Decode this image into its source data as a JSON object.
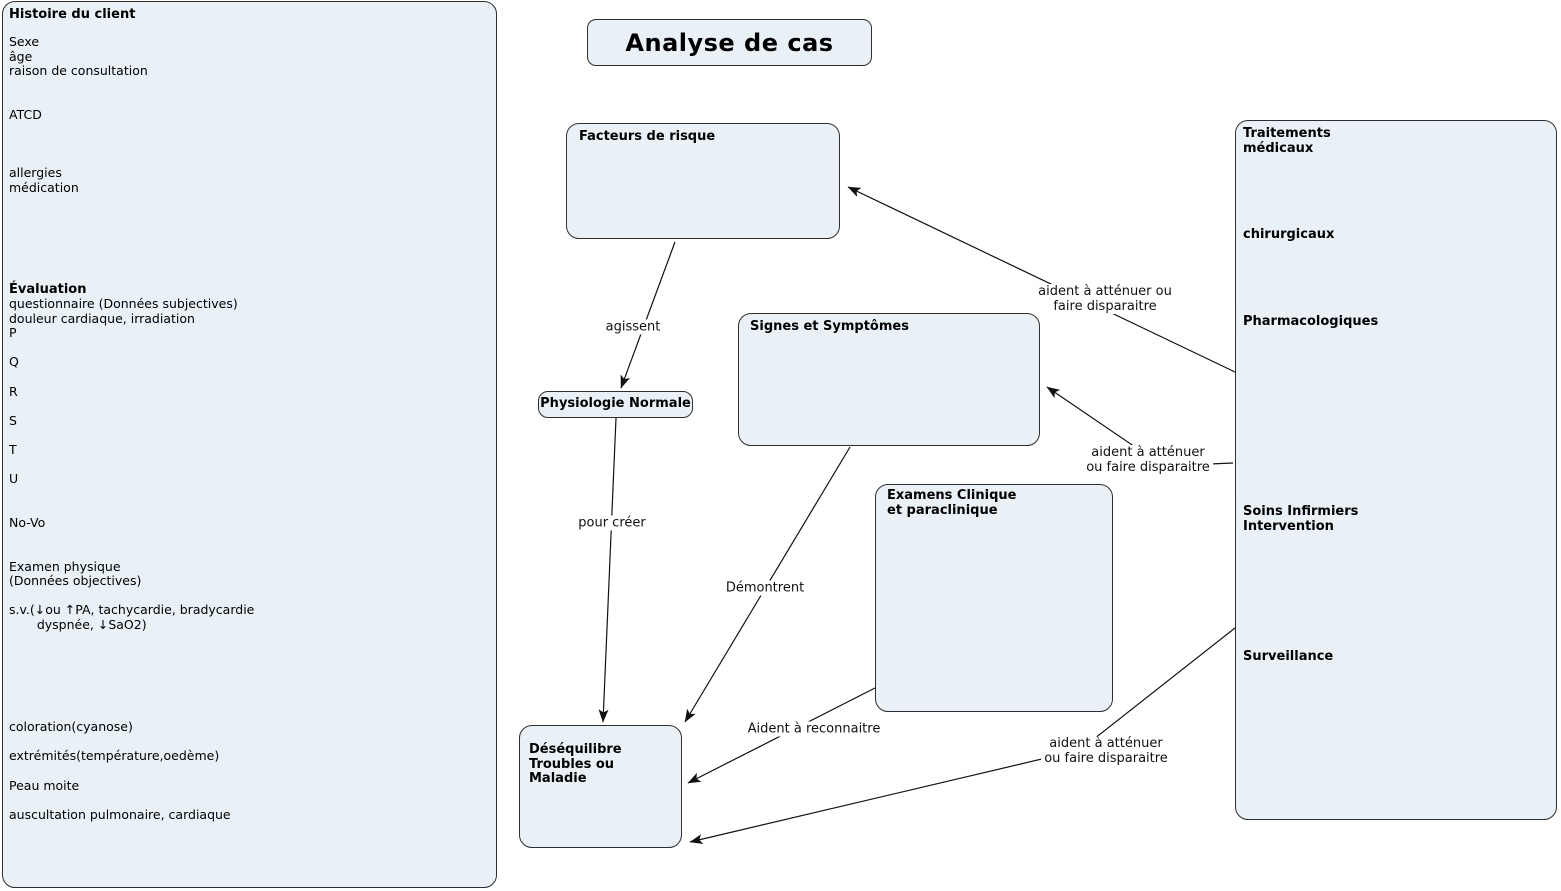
{
  "title": "Analyse de cas",
  "left_panel": {
    "heading": "Histoire du client",
    "block1": "Sexe\nâge\nraison de consultation\n\n\nATCD\n\n\n\nallergies\nmédication",
    "heading2": "Évaluation",
    "block2": "questionnaire (Données subjectives)\ndouleur cardiaque, irradiation\nP\n\nQ\n\nR\n\nS\n\nT\n\nU\n\n\nNo-Vo\n\n\nExamen physique\n(Données objectives)\n\ns.v.(↓ou ↑PA, tachycardie, bradycardie\n       dyspnée, ↓SaO2)\n\n\n\n\n\n\ncoloration(cyanose)\n\nextrémités(température,oedème)\n\nPeau moite\n\nauscultation pulmonaire, cardiaque"
  },
  "nodes": {
    "facteurs": {
      "label": "Facteurs de risque"
    },
    "signes": {
      "label": "Signes et Symptômes"
    },
    "physiologie": {
      "label": "Physiologie Normale"
    },
    "examens": {
      "label": "Examens Clinique\net paraclinique"
    },
    "desequilibre": {
      "label": "Déséquilibre\nTroubles ou\nMaladie"
    }
  },
  "right_panel": {
    "items": [
      {
        "label": "Traitements\nmédicaux"
      },
      {
        "label": "chirurgicaux"
      },
      {
        "label": "Pharmacologiques"
      },
      {
        "label": "Soins Infirmiers\nIntervention"
      },
      {
        "label": "Surveillance"
      }
    ]
  },
  "edges": {
    "agissent": "agissent",
    "pour_creer": "pour créer",
    "demontrent": "Démontrent",
    "aident_reconnaitre": "Aident à reconnaitre",
    "attenuer_risque": "aident à atténuer ou\nfaire disparaitre",
    "attenuer_signes": "aident à atténuer\nou faire disparaitre",
    "attenuer_maladie": "aident à atténuer\nou faire disparaitre"
  },
  "colors": {
    "node_fill": "#e9f1f6",
    "node_border": "#2e2e2e",
    "line": "#111111"
  }
}
